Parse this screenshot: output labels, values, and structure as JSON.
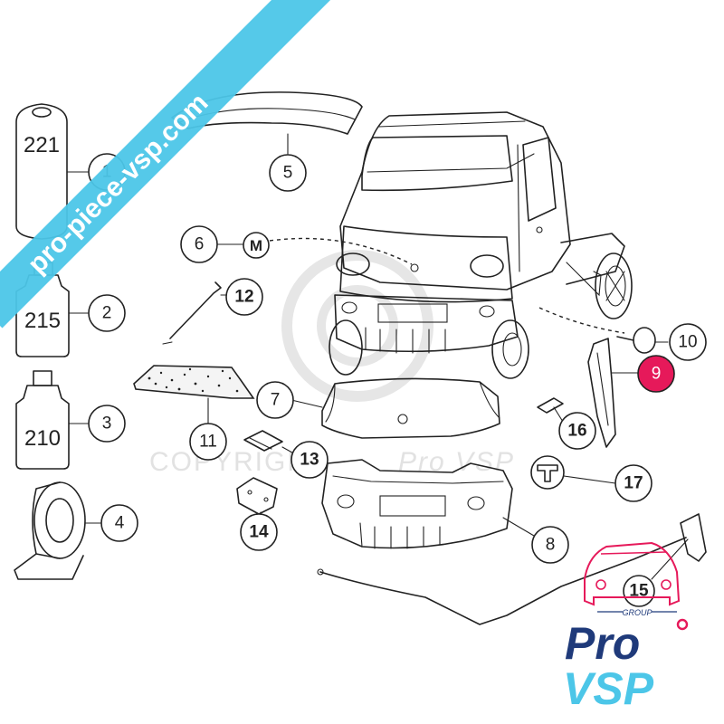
{
  "watermark": {
    "banner_text": "pro-piece-vsp.com",
    "banner_color": "#4cc6e8",
    "copyright_text": "COPYRIGHT",
    "copyright_brand": "Pro VSP"
  },
  "containers": [
    {
      "label": "221"
    },
    {
      "label": "215"
    },
    {
      "label": "210"
    }
  ],
  "callouts": [
    "1",
    "2",
    "3",
    "4",
    "5",
    "6",
    "7",
    "8",
    "9",
    "10",
    "11",
    "12",
    "13",
    "14",
    "15",
    "16",
    "17"
  ],
  "highlight_color": "#e6195a",
  "logo": {
    "group": "GROUP",
    "line1": "Pro",
    "line2": "VSP",
    "navy": "#1f3a7a",
    "cyan": "#4cc6e8",
    "pink": "#e6195a"
  }
}
